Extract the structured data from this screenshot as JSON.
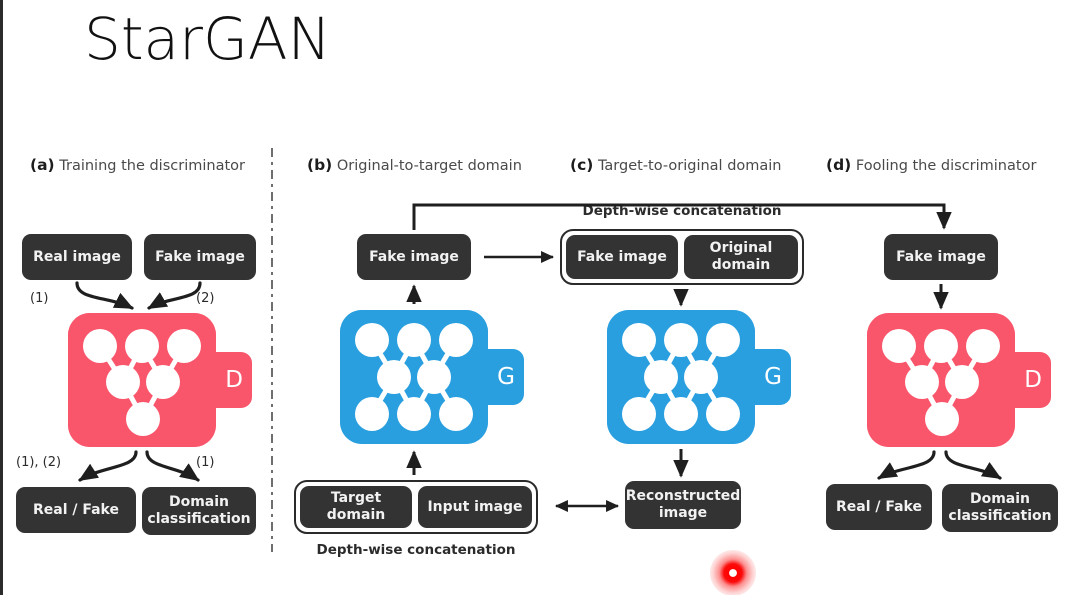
{
  "slide": {
    "title": "StarGAN",
    "background": "#ffffff",
    "colors": {
      "discriminator": "#f9556b",
      "generator": "#2a9fe0",
      "box": "#333333",
      "box_text": "#f2f2f2",
      "caption": "#4a4a4a",
      "laser": "#ff0000"
    }
  },
  "panels": [
    {
      "id": "a",
      "tag": "(a)",
      "caption": "Training the discriminator",
      "inputs": [
        {
          "label": "Real image"
        },
        {
          "label": "Fake image"
        }
      ],
      "input_steps": [
        "(1)",
        "(2)"
      ],
      "network": {
        "kind": "discriminator",
        "letter": "D"
      },
      "outputs": [
        {
          "label": "Real / Fake"
        },
        {
          "label": "Domain\nclassification"
        }
      ],
      "output_steps": [
        "(1), (2)",
        "(1)"
      ]
    },
    {
      "id": "b",
      "tag": "(b)",
      "caption": "Original-to-target domain",
      "output_box": {
        "label": "Fake image"
      },
      "network": {
        "kind": "generator",
        "letter": "G"
      },
      "concat": {
        "label": "Depth-wise concatenation",
        "label_position": "below",
        "parts": [
          {
            "label": "Target domain"
          },
          {
            "label": "Input image"
          }
        ]
      }
    },
    {
      "id": "c",
      "tag": "(c)",
      "caption": "Target-to-original domain",
      "concat": {
        "label": "Depth-wise concatenation",
        "label_position": "above",
        "parts": [
          {
            "label": "Fake image"
          },
          {
            "label": "Original\ndomain"
          }
        ]
      },
      "network": {
        "kind": "generator",
        "letter": "G"
      },
      "output_box": {
        "label": "Reconstructed\nimage"
      }
    },
    {
      "id": "d",
      "tag": "(d)",
      "caption": "Fooling the discriminator",
      "input_box": {
        "label": "Fake image"
      },
      "network": {
        "kind": "discriminator",
        "letter": "D"
      },
      "outputs": [
        {
          "label": "Real / Fake"
        },
        {
          "label": "Domain\nclassification"
        }
      ]
    }
  ],
  "cursor": {
    "type": "laser-pointer-dot"
  }
}
